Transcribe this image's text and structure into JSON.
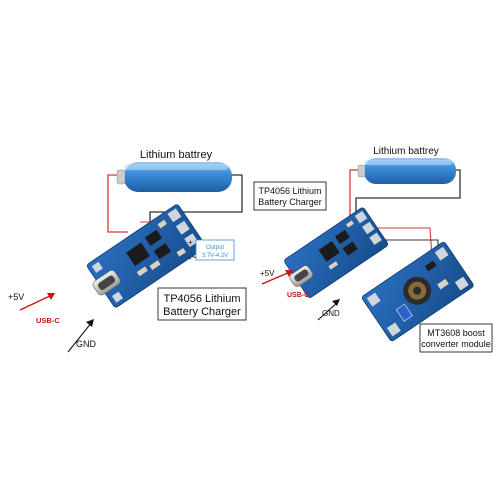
{
  "left_diagram": {
    "battery_label": "Lithium battrey",
    "output_label": "Output",
    "output_range": "3.7V-4.2V",
    "plus_sign": "+",
    "minus_sign": "-",
    "charger_label_line1": "TP4056 Lithium",
    "charger_label_line2": "Battery Charger",
    "vin_label": "+5V",
    "usb_label": "USB-C",
    "gnd_label": "GND"
  },
  "right_diagram": {
    "battery_label": "Lithium battrey",
    "charger_label_line1": "TP4056 Lithium",
    "charger_label_line2": "Battery Charger",
    "vin_label": "+5V",
    "usb_label": "USB-C",
    "gnd_label": "GND",
    "boost_label_line1": "MT3608 boost",
    "boost_label_line2": "converter module"
  },
  "colors": {
    "pcb": "#1f5fa8",
    "pcb_dark": "#163f73",
    "battery": "#2f7fd0",
    "battery_light": "#7bb8ef",
    "wire_red": "#d23a3a",
    "wire_dark": "#333333",
    "usb_red": "#cc1111",
    "output_blue": "#3a8fd8"
  }
}
